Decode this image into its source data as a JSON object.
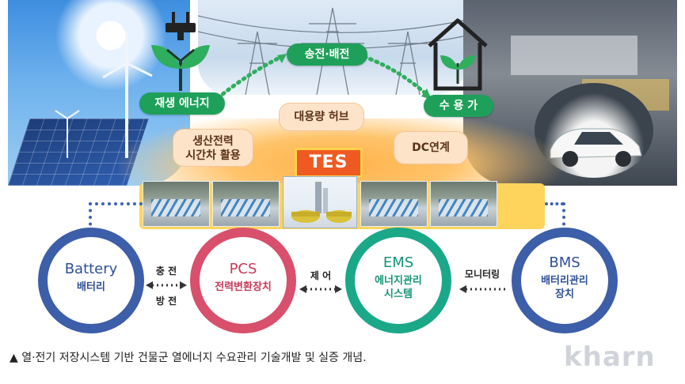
{
  "labels": {
    "renewable": "재생 에너지",
    "transmission": "송전·배전",
    "consumer": "수 용 가",
    "hub": "대용량 허브",
    "production_line1": "생산전력",
    "production_line2": "시간차 활용",
    "dc_link": "DC연계",
    "tes": "TES"
  },
  "circles": {
    "battery": {
      "title": "Battery",
      "sub": "배터리"
    },
    "pcs": {
      "title": "PCS",
      "sub": "전력변환장치"
    },
    "ems": {
      "title": "EMS",
      "sub1": "에너지관리",
      "sub2": "시스템"
    },
    "bms": {
      "title": "BMS",
      "sub1": "배터리관리",
      "sub2": "장치"
    }
  },
  "links": {
    "charge": "충 전",
    "discharge": "방 전",
    "control": "제 어",
    "monitoring": "모니터링"
  },
  "caption": "▲ 열·전기 저장시스템 기반 건물군 열에너지 수요관리 기술개발 및 실증 개념.",
  "watermark": "kharn",
  "colors": {
    "green": "#1fa05a",
    "tes_orange": "#ef5a22",
    "battery_blue": "#3d5ea8",
    "pcs_red": "#d8506c",
    "ems_teal": "#1aa889"
  },
  "icons": [
    "plug-icon",
    "house-icon",
    "solar-panel-icon",
    "wind-turbine-icon",
    "electric-car-icon",
    "tes-facility-icon"
  ]
}
